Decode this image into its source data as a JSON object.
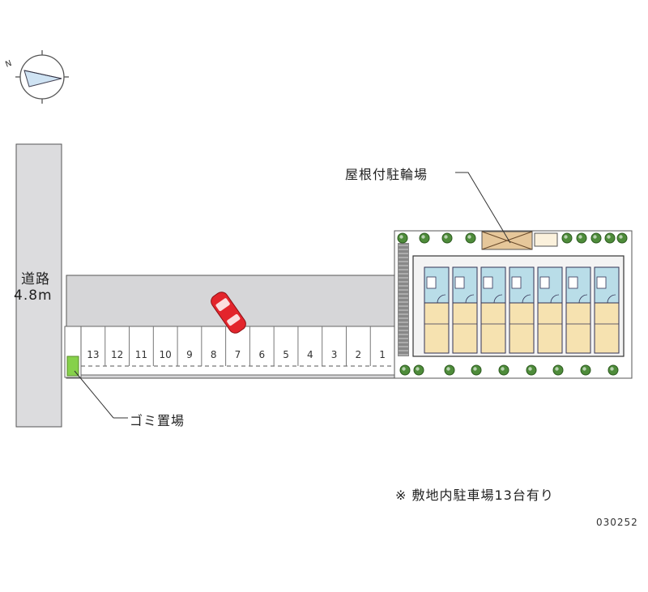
{
  "road": {
    "line1": "道路",
    "line2": "4.8m"
  },
  "labels": {
    "bicycle_parking": "屋根付駐輪場",
    "garbage": "ゴミ置場",
    "note": "※ 敷地内駐車場13台有り",
    "code": "030252"
  },
  "parking": {
    "spaces": [
      "13",
      "12",
      "11",
      "10",
      "9",
      "8",
      "7",
      "6",
      "5",
      "4",
      "3",
      "2",
      "1"
    ],
    "highlighted_space": "7"
  },
  "colors": {
    "road": "#dcdcde",
    "lot": "#d6d6d8",
    "car": "#e3252c",
    "garbage": "#86d14a",
    "unit_kitchen": "#f6e2b0",
    "unit_bath": "#b9dde8",
    "bike_roof": "#e6c79a",
    "tree": "#4e8c3a"
  },
  "units": 7,
  "icons": {
    "compass": "compass-icon",
    "car": "car-icon",
    "tree": "tree-icon"
  }
}
